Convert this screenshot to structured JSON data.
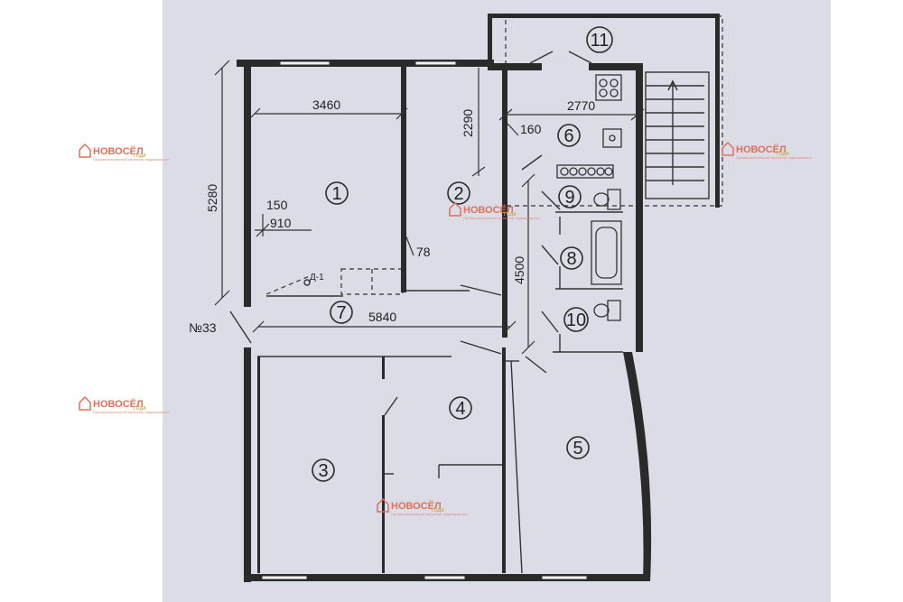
{
  "plan": {
    "apartment_label": "№33",
    "rooms": [
      "1",
      "2",
      "3",
      "4",
      "5",
      "6",
      "7",
      "8",
      "9",
      "10",
      "11"
    ],
    "dimensions": {
      "d3460": "3460",
      "d5280": "5280",
      "d2290": "2290",
      "d2770": "2770",
      "d160": "160",
      "d150": "150",
      "d910": "910",
      "d78": "78",
      "d4500": "4500",
      "d5840": "5840"
    },
    "door_mark": "Д-1"
  },
  "watermark": {
    "brand": "НОВОСЁЛ",
    "tagline": "Профессиональный агрегатор недвижимости",
    "years": "ГОДА"
  }
}
